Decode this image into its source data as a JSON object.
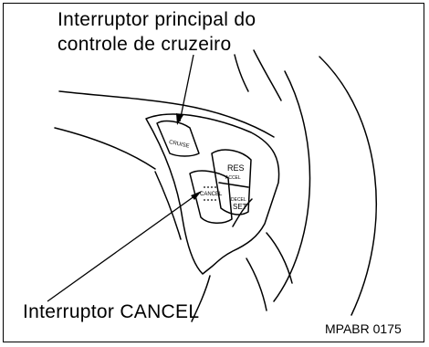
{
  "labels": {
    "main_switch_line1": "Interruptor principal do",
    "main_switch_line2": "controle de cruzeiro",
    "cancel_switch": "Interruptor CANCEL"
  },
  "buttons": {
    "cruise": "CRUISE",
    "res": "RES",
    "accel": "ACCEL",
    "cancel": "CANCEL",
    "decel": "DECEL",
    "set": "SET"
  },
  "figure_code": "MPABR 0175"
}
